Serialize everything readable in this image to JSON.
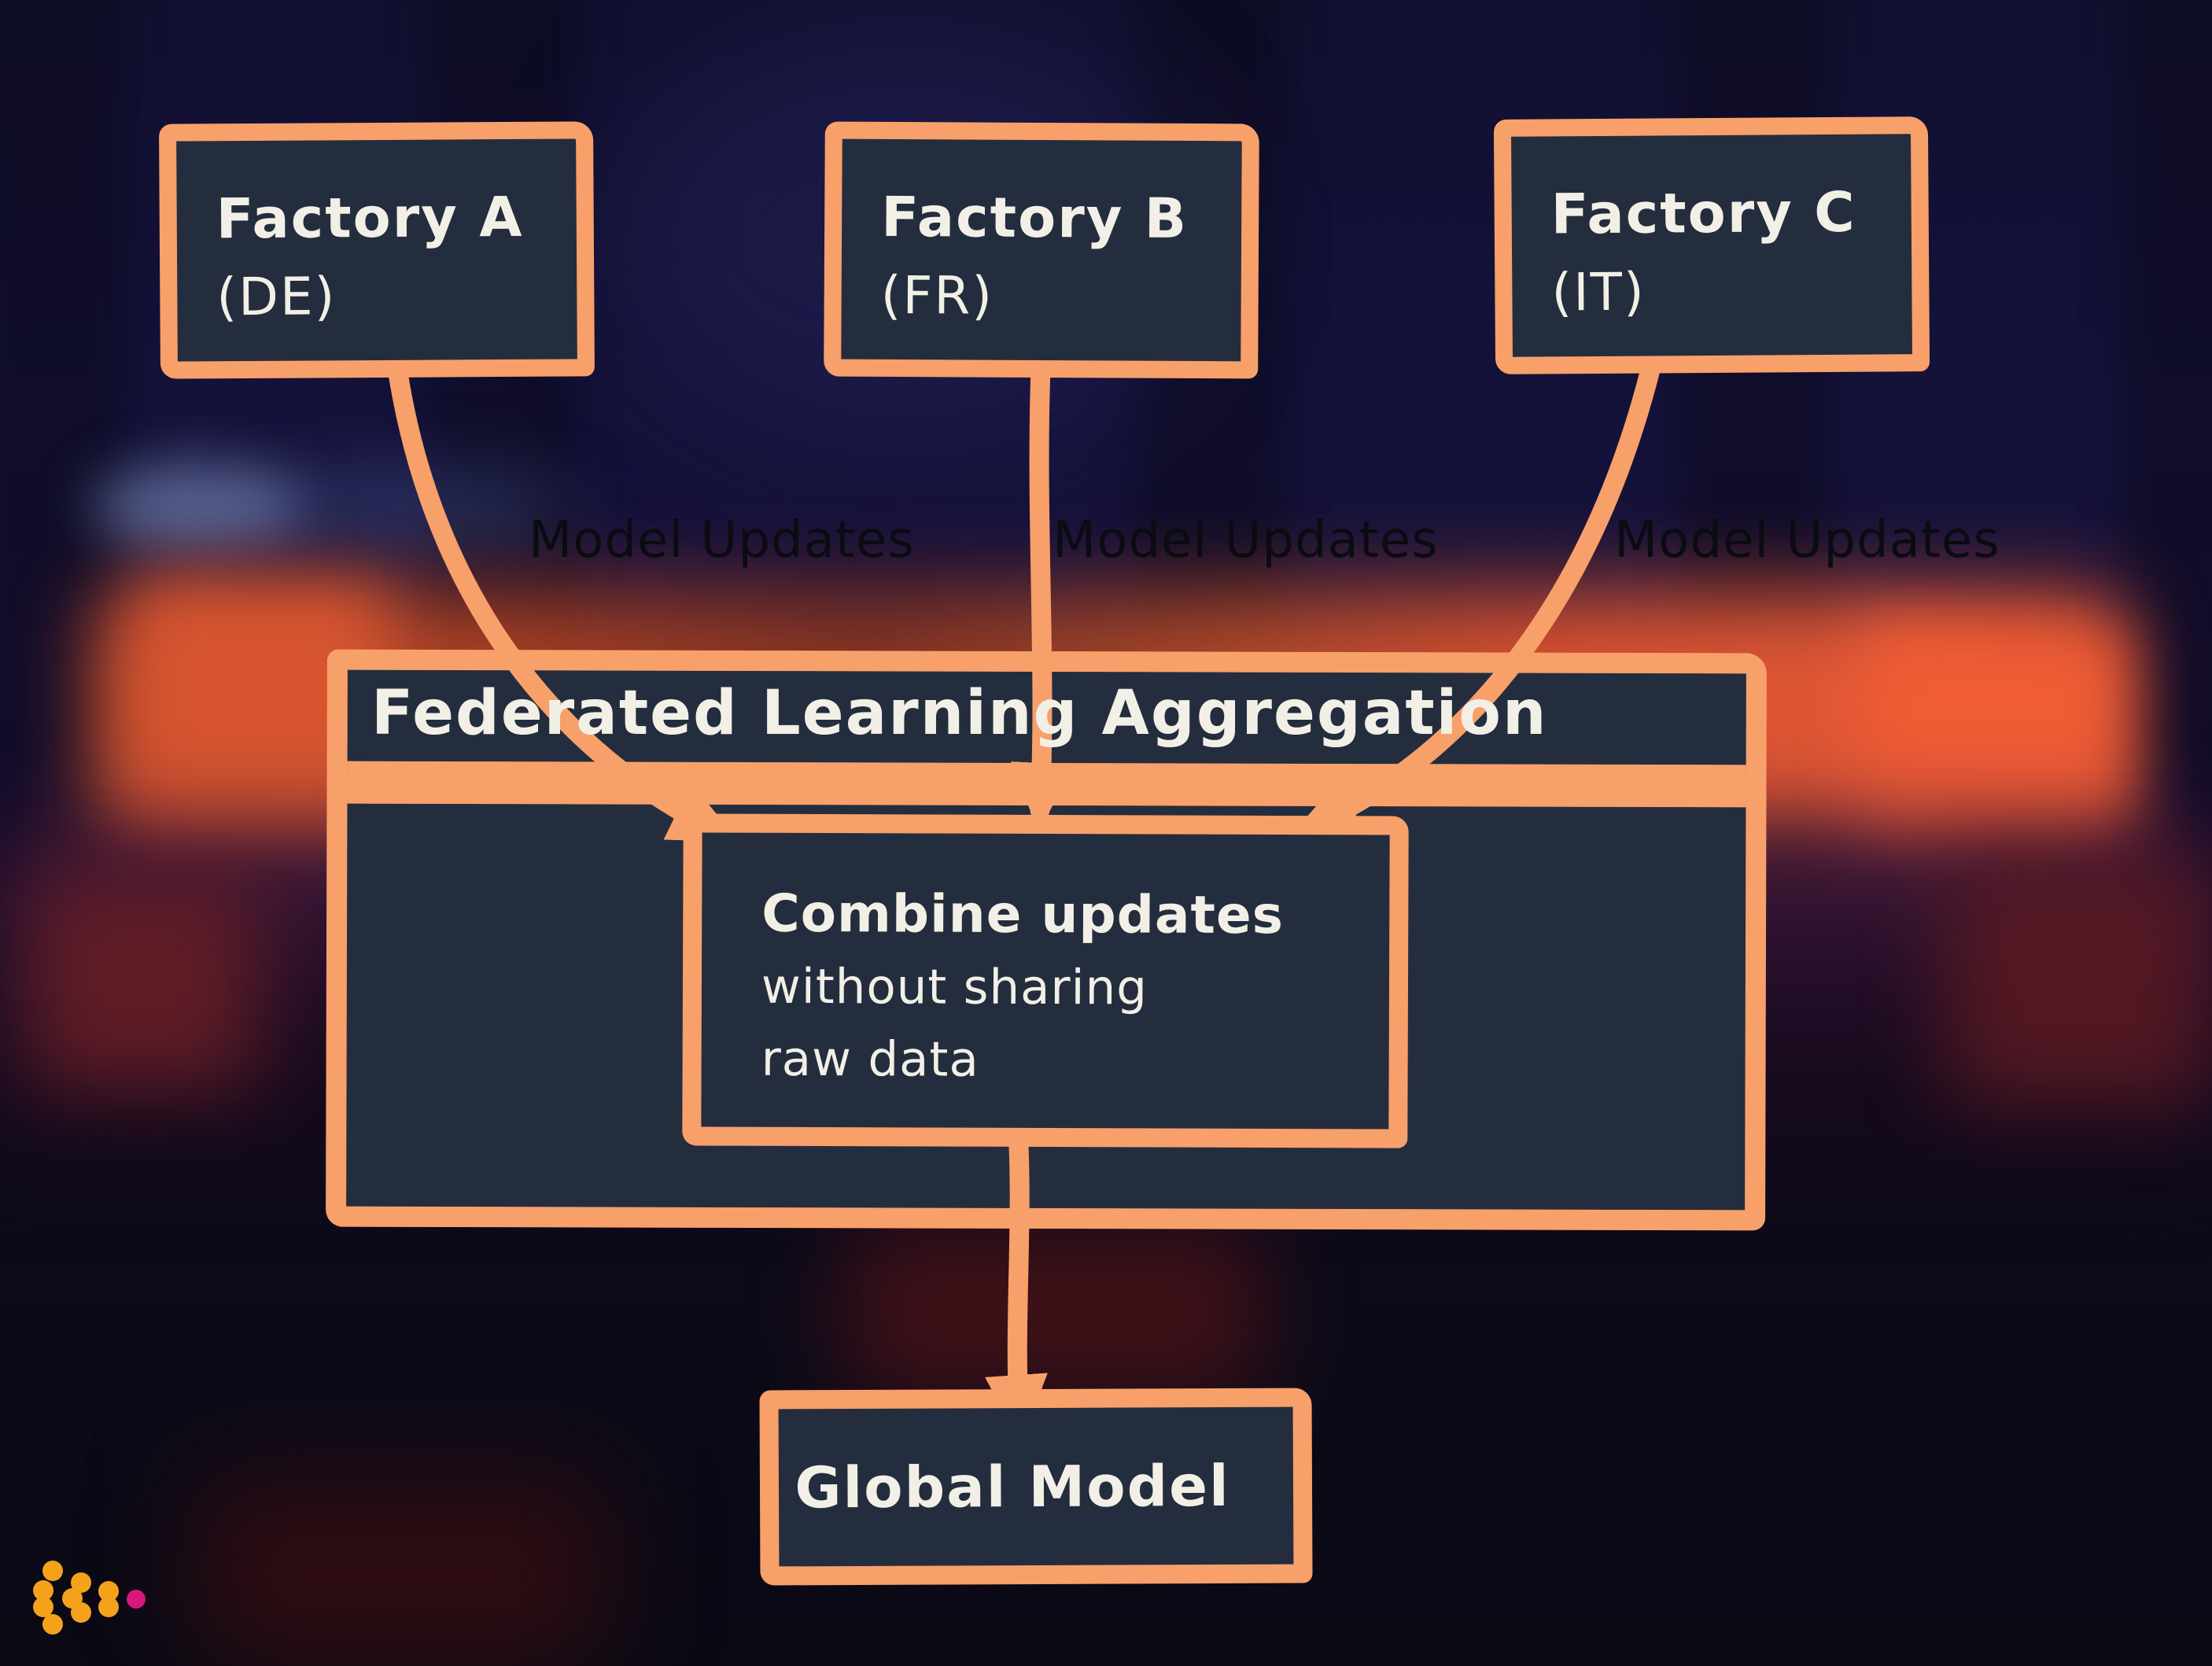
{
  "nodes": {
    "factory_a": {
      "title": "Factory A",
      "subtitle": "(DE)"
    },
    "factory_b": {
      "title": "Factory B",
      "subtitle": "(FR)"
    },
    "factory_c": {
      "title": "Factory C",
      "subtitle": "(IT)"
    },
    "aggregation": {
      "title": "Federated Learning Aggregation"
    },
    "combine": {
      "line1": "Combine updates",
      "line2": "without sharing",
      "line3": "raw data"
    },
    "global_model": {
      "title": "Global Model"
    }
  },
  "edge_labels": {
    "a": "Model Updates",
    "b": "Model Updates",
    "c": "Model Updates"
  },
  "colors": {
    "accent_orange": "#f8a06a",
    "node_fill": "#242d3e",
    "node_text": "#f2f0e6",
    "edge_label_text": "#0b0b12",
    "logo_orange": "#f5a21b",
    "logo_pink": "#d6177c"
  }
}
